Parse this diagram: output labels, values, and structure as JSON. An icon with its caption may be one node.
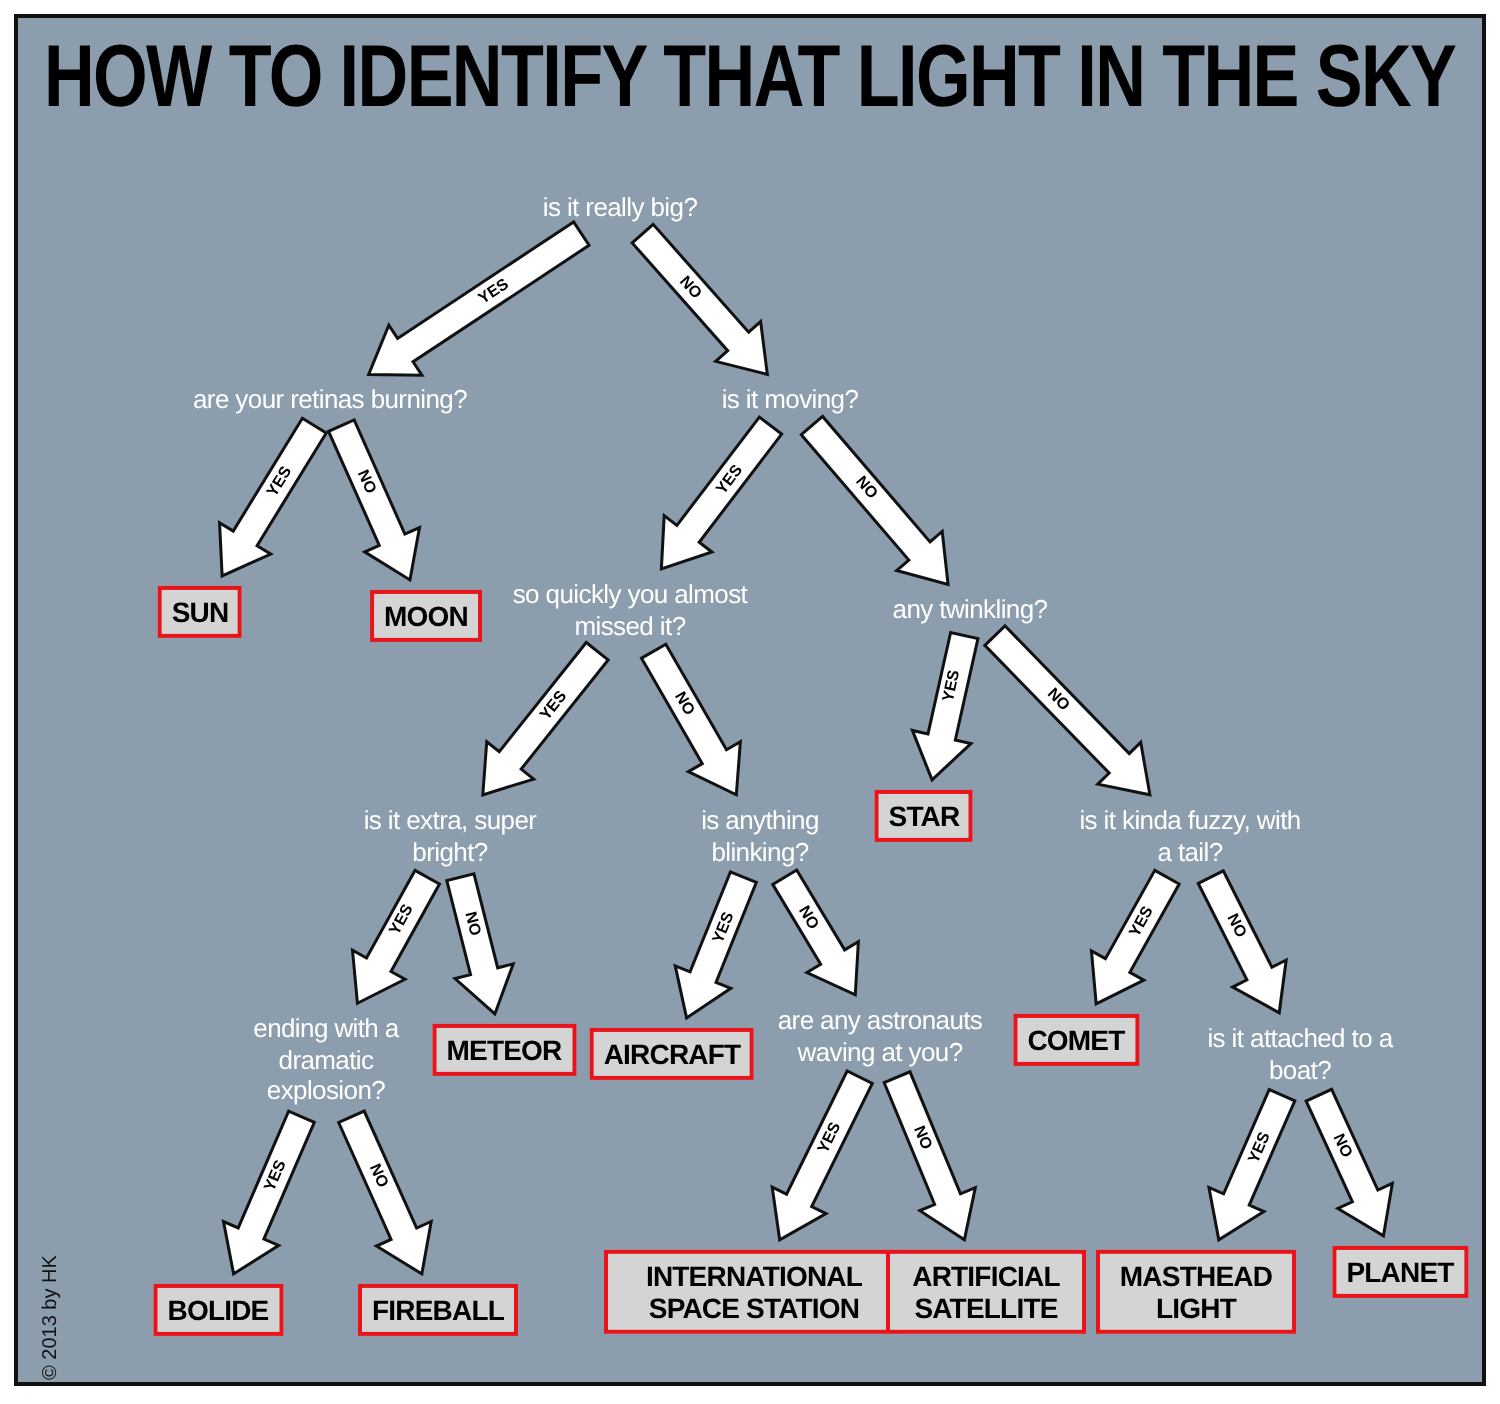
{
  "diagram": {
    "title": "HOW TO IDENTIFY THAT LIGHT IN THE SKY",
    "nodes": [
      {
        "text": [
          "is it really big?"
        ]
      },
      {
        "text": [
          "are your retinas burning?"
        ]
      },
      {
        "text": [
          "is it moving?"
        ]
      },
      {
        "text": [
          "SUN"
        ]
      },
      {
        "text": [
          "MOON"
        ]
      },
      {
        "text": [
          "so quickly you almost missed it?"
        ]
      },
      {
        "text": [
          "any twinkling?"
        ]
      },
      {
        "text": [
          "is it extra, super bright?"
        ]
      },
      {
        "text": [
          "is anything blinking?"
        ]
      },
      {
        "text": [
          "STAR"
        ]
      },
      {
        "text": [
          "is it kinda fuzzy, with a tail?"
        ]
      },
      {
        "text": [
          "ending with a dramatic explosion?"
        ]
      },
      {
        "text": [
          "METEOR"
        ]
      },
      {
        "text": [
          "AIRCRAFT"
        ]
      },
      {
        "text": [
          "are any astronauts waving at you?"
        ]
      },
      {
        "text": [
          "COMET"
        ]
      },
      {
        "text": [
          "is it attached to a boat?"
        ]
      },
      {
        "text": [
          "BOLIDE"
        ]
      },
      {
        "text": [
          "FIREBALL"
        ]
      },
      {
        "text": [
          "INTERNATIONAL SPACE STATION"
        ]
      },
      {
        "text": [
          "ARTIFICIAL SATELLITE"
        ]
      },
      {
        "text": [
          "MASTHEAD LIGHT"
        ]
      },
      {
        "text": [
          "PLANET"
        ]
      }
    ],
    "edges": [
      {
        "from": 0,
        "to": 1,
        "arrow": "to",
        "label": "YES"
      },
      {
        "from": 0,
        "to": 2,
        "arrow": "to",
        "label": "NO"
      },
      {
        "from": 1,
        "to": 3,
        "arrow": "to",
        "label": "YES"
      },
      {
        "from": 1,
        "to": 4,
        "arrow": "to",
        "label": "NO"
      },
      {
        "from": 2,
        "to": 5,
        "arrow": "to",
        "label": "YES"
      },
      {
        "from": 2,
        "to": 6,
        "arrow": "to",
        "label": "NO"
      },
      {
        "from": 5,
        "to": 7,
        "arrow": "to",
        "label": "YES"
      },
      {
        "from": 5,
        "to": 8,
        "arrow": "to",
        "label": "NO"
      },
      {
        "from": 6,
        "to": 9,
        "arrow": "to",
        "label": "YES"
      },
      {
        "from": 6,
        "to": 10,
        "arrow": "to",
        "label": "NO"
      },
      {
        "from": 7,
        "to": 11,
        "arrow": "to",
        "label": "YES"
      },
      {
        "from": 7,
        "to": 12,
        "arrow": "to",
        "label": "NO"
      },
      {
        "from": 8,
        "to": 13,
        "arrow": "to",
        "label": "YES"
      },
      {
        "from": 8,
        "to": 14,
        "arrow": "to",
        "label": "NO"
      },
      {
        "from": 10,
        "to": 15,
        "arrow": "to",
        "label": "YES"
      },
      {
        "from": 10,
        "to": 16,
        "arrow": "to",
        "label": "NO"
      },
      {
        "from": 11,
        "to": 17,
        "arrow": "to",
        "label": "YES"
      },
      {
        "from": 11,
        "to": 18,
        "arrow": "to",
        "label": "NO"
      },
      {
        "from": 14,
        "to": 19,
        "arrow": "to",
        "label": "YES"
      },
      {
        "from": 14,
        "to": 20,
        "arrow": "to",
        "label": "NO"
      },
      {
        "from": 16,
        "to": 21,
        "arrow": "to",
        "label": "YES"
      },
      {
        "from": 16,
        "to": 22,
        "arrow": "to",
        "label": "NO"
      }
    ],
    "labels": [
      "© 2013 by HK"
    ]
  }
}
